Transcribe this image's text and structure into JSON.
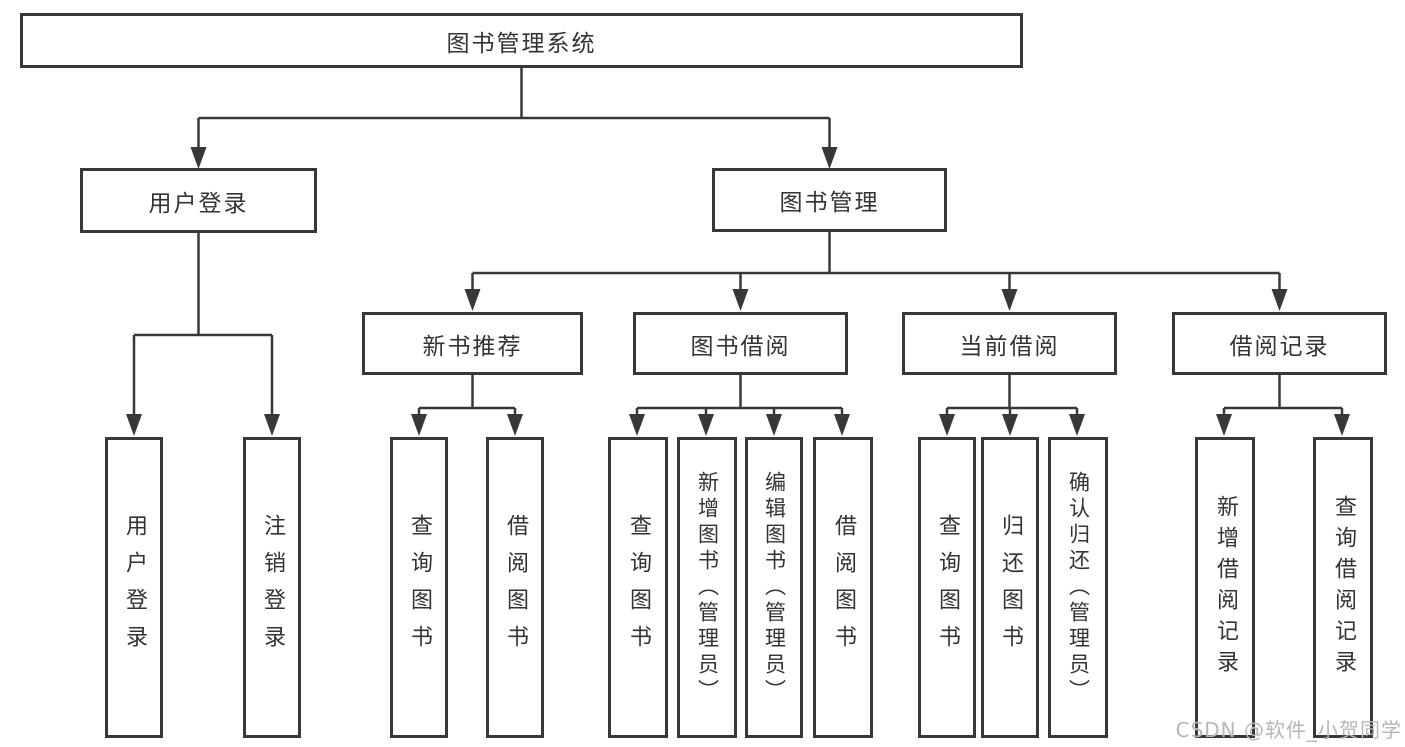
{
  "diagram": {
    "type": "hierarchy-tree",
    "root": {
      "label": "图书管理系统",
      "children": [
        {
          "label": "用户登录",
          "children": [
            {
              "label": "用户登录"
            },
            {
              "label": "注销登录"
            }
          ]
        },
        {
          "label": "图书管理",
          "children": [
            {
              "label": "新书推荐",
              "children": [
                {
                  "label": "查询图书"
                },
                {
                  "label": "借阅图书"
                }
              ]
            },
            {
              "label": "图书借阅",
              "children": [
                {
                  "label": "查询图书"
                },
                {
                  "label": "新增图书（管理员）"
                },
                {
                  "label": "编辑图书（管理员）"
                },
                {
                  "label": "借阅图书"
                }
              ]
            },
            {
              "label": "当前借阅",
              "children": [
                {
                  "label": "查询图书"
                },
                {
                  "label": "归还图书"
                },
                {
                  "label": "确认归还（管理员）"
                }
              ]
            },
            {
              "label": "借阅记录",
              "children": [
                {
                  "label": "新增借阅记录"
                },
                {
                  "label": "查询借阅记录"
                }
              ]
            }
          ]
        }
      ]
    }
  },
  "watermark": "CSDN @软件_小贺同学",
  "colors": {
    "line": "#383838",
    "box_border": "#383838",
    "text": "#333333",
    "background": "#ffffff",
    "watermark": "#b6b6bb"
  }
}
